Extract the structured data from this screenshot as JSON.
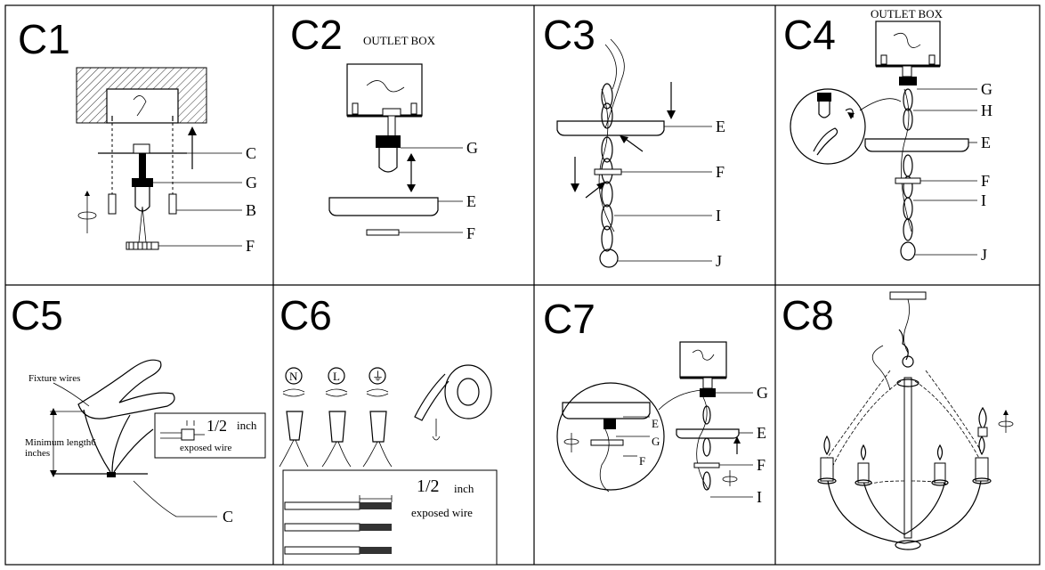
{
  "panels": [
    {
      "title": "C1"
    },
    {
      "title": "C2"
    },
    {
      "title": "C3"
    },
    {
      "title": "C4"
    },
    {
      "title": "C5"
    },
    {
      "title": "C6"
    },
    {
      "title": "C7"
    },
    {
      "title": "C8"
    }
  ],
  "c1": {
    "labels": [
      "C",
      "G",
      "B",
      "F"
    ]
  },
  "c2": {
    "outlet_box": "OUTLET BOX",
    "labels": [
      "G",
      "E",
      "F"
    ]
  },
  "c3": {
    "labels": [
      "E",
      "F",
      "I",
      "J"
    ]
  },
  "c4": {
    "outlet_box": "OUTLET BOX",
    "labels": [
      "G",
      "H",
      "E",
      "F",
      "I",
      "J"
    ]
  },
  "c5": {
    "fixture_wires": "Fixture wires",
    "minimum_length": "Minimum length6",
    "inches": "inches",
    "half": "1/2",
    "inch": "inch",
    "exposed_wire": "exposed wire",
    "label_c": "C"
  },
  "c6": {
    "symbols": [
      "N",
      "L",
      "⏚"
    ],
    "half": "1/2",
    "inch": "inch",
    "exposed_wire": "exposed wire"
  },
  "c7": {
    "labels": [
      "G",
      "E",
      "F",
      "I"
    ],
    "inset_labels": [
      "E",
      "G",
      "F"
    ]
  },
  "c8": {}
}
